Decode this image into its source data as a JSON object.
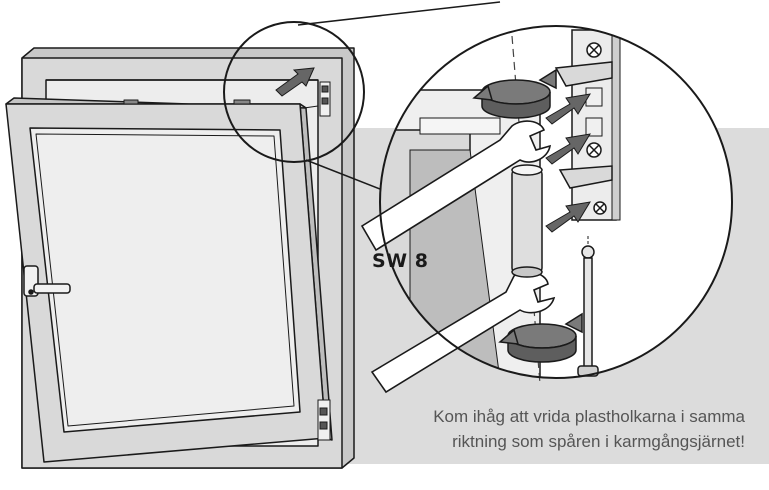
{
  "instruction_diagram": {
    "wrench_size_label": "SW 8",
    "caption_lines": [
      "Kom ihåg att vrida plastholkarna i samma",
      "riktning som spåren i karmgångsjärnet!"
    ]
  },
  "colors": {
    "frame": "#d9d9d9",
    "backdrop": "#dcdcdc",
    "outline": "#1a1a1a",
    "arrow": "#666666",
    "caption_text": "#555555"
  }
}
